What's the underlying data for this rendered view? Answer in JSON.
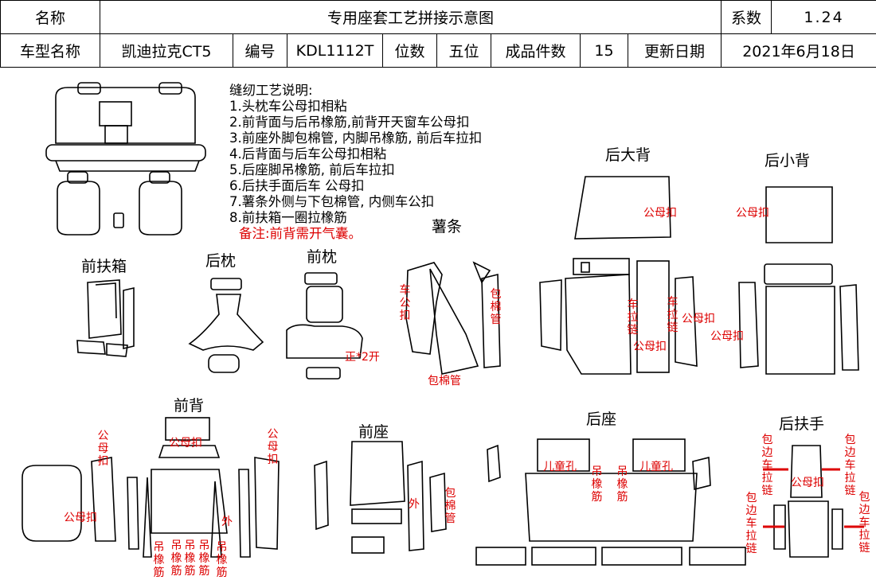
{
  "header": {
    "name_label": "名称",
    "title": "专用座套工艺拼接示意图",
    "coef_label": "系数",
    "coef_value": "1.24",
    "model_label": "车型名称",
    "model_value": "凯迪拉克CT5",
    "code_label": "编号",
    "code_value": "KDL1112T",
    "seats_label": "位数",
    "seats_value": "五位",
    "pieces_label": "成品件数",
    "pieces_value": "15",
    "date_label": "更新日期",
    "date_value": "2021年6月18日"
  },
  "notes": {
    "title": "缝纫工艺说明:",
    "items": [
      "1.头枕车公母扣相粘",
      "2.前背面与后吊橡筋,前背开天窗车公母扣",
      "3.前座外脚包棉管, 内脚吊橡筋, 前后车拉扣",
      "4.后背面与后车公母扣相粘",
      "5.后座脚吊橡筋, 前后车拉扣",
      "6.后扶手面后车 公母扣",
      "7.薯条外侧与下包棉管, 内侧车公扣",
      "8.前扶箱一圈拉橡筋"
    ],
    "remark": "备注:前背需开气囊。"
  },
  "sections": {
    "front_armbox": "前扶箱",
    "rear_headrest": "后枕",
    "front_headrest": "前枕",
    "fries": "薯条",
    "rear_big_back": "后大背",
    "rear_small_back": "后小背",
    "front_back": "前背",
    "front_seat": "前座",
    "rear_seat": "后座",
    "rear_armrest": "后扶手"
  },
  "annotations": {
    "snap": "公母扣",
    "car_snap": "车公扣",
    "pad_tube": "包棉管",
    "zip": "车拉链",
    "hang_band": "吊橡筋",
    "outer": "外",
    "child_hole": "儿童孔",
    "edge_zip": "包边车拉链",
    "hr_note": "正*2开"
  }
}
